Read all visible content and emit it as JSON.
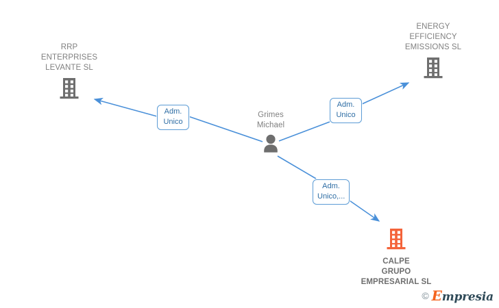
{
  "diagram": {
    "title": "Corporate relationship network",
    "background": "#ffffff",
    "edge_color": "#4a90d9",
    "company_color_gray": "#6e6e6e",
    "company_color_orange": "#f4633a",
    "person_color": "#6e6e6e",
    "label_border_color": "#5b9bd5",
    "label_text_color": "#2e6da4"
  },
  "nodes": [
    {
      "id": "rrp",
      "label": "RRP\nENTERPRISES\nLEVANTE SL",
      "icon": "building-icon",
      "icon_color": "#6e6e6e",
      "label_position": "above",
      "bold": false
    },
    {
      "id": "energy",
      "label": "ENERGY\nEFFICIENCY\nEMISSIONS SL",
      "icon": "building-icon",
      "icon_color": "#6e6e6e",
      "label_position": "above",
      "bold": false
    },
    {
      "id": "person",
      "label": "Grimes\nMichael",
      "icon": "person-icon",
      "icon_color": "#6e6e6e",
      "label_position": "above",
      "bold": false
    },
    {
      "id": "calpe",
      "label": "CALPE\nGRUPO\nEMPRESARIAL SL",
      "icon": "building-icon",
      "icon_color": "#f4633a",
      "label_position": "below",
      "bold": true
    }
  ],
  "edges": [
    {
      "id": "edge-person-rrp",
      "from": "person",
      "to": "rrp",
      "label": "Adm.\nUnico",
      "direction": "to-target"
    },
    {
      "id": "edge-person-energy",
      "from": "person",
      "to": "energy",
      "label": "Adm.\nUnico",
      "direction": "to-target"
    },
    {
      "id": "edge-person-calpe",
      "from": "person",
      "to": "calpe",
      "label": "Adm.\nUnico,...",
      "direction": "to-target"
    }
  ],
  "watermark": {
    "copyright": "©",
    "brand_first_letter": "E",
    "brand_rest": "mpresia"
  }
}
